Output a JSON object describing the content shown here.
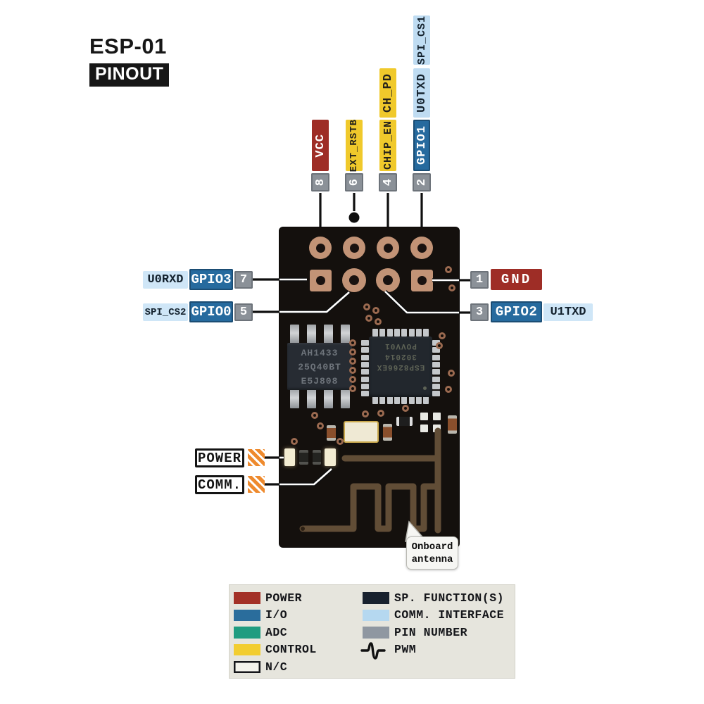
{
  "header": {
    "title": "ESP-01",
    "badge": "PINOUT"
  },
  "colors": {
    "board": "#14100d",
    "pad_copper": "#c29376",
    "antenna_trace": "#614d36",
    "indicator_orange": "#ee8a2e",
    "line_black": "#0f0f0f",
    "line_white": "#ffffff",
    "legend_bg": "#e6e5dd"
  },
  "type_styles": {
    "power": {
      "bg": "#9e2d26",
      "fg": "#ffffff"
    },
    "control": {
      "bg": "#f0c92b",
      "fg": "#23211b"
    },
    "io": {
      "bg": "#266a9e",
      "fg": "#ffffff",
      "border": "#1b4d74"
    },
    "comm": {
      "bg": "#bfdcf2",
      "fg": "#14222e"
    },
    "comm_side": {
      "bg": "#cfe6f7",
      "fg": "#14222e"
    },
    "num": {
      "bg": "#8b9198",
      "fg": "#ffffff",
      "border": "#6d737a"
    }
  },
  "top_pins": [
    {
      "number": "8",
      "labels": [
        {
          "text": "VCC",
          "type": "power"
        }
      ]
    },
    {
      "number": "6",
      "labels": [
        {
          "text": "EXT_RSTB",
          "type": "control"
        }
      ],
      "dot": true
    },
    {
      "number": "4",
      "labels": [
        {
          "text": "CH_PD",
          "type": "control"
        },
        {
          "text": "CHIP_EN",
          "type": "control"
        }
      ]
    },
    {
      "number": "2",
      "labels": [
        {
          "text": "SPI_CS1",
          "type": "comm"
        },
        {
          "text": "U0TXD",
          "type": "comm"
        },
        {
          "text": "GPIO1",
          "type": "io"
        }
      ]
    }
  ],
  "left_pins": [
    {
      "number": "7",
      "alt": "U0RXD",
      "gpio": "GPIO3",
      "gpio_type": "io"
    },
    {
      "number": "5",
      "alt": "SPI_CS2",
      "gpio": "GPIO0",
      "gpio_type": "io"
    }
  ],
  "right_pins": [
    {
      "number": "1",
      "gpio": "GND",
      "gpio_type": "power",
      "alt": ""
    },
    {
      "number": "3",
      "gpio": "GPIO2",
      "gpio_type": "io",
      "alt": "U1TXD"
    }
  ],
  "board": {
    "flash_chip_lines": [
      "AH1433",
      "25Q40BT",
      "E5J808"
    ],
    "esp_chip_lines": [
      "ESP8266EX",
      "302014",
      "POVV01"
    ],
    "indicators": [
      {
        "label": "POWER"
      },
      {
        "label": "COMM."
      }
    ],
    "antenna_callout": [
      "Onboard",
      "antenna"
    ]
  },
  "legend": {
    "left": [
      {
        "label": "POWER",
        "color": "#a33127"
      },
      {
        "label": "I/O",
        "color": "#2a6d9c"
      },
      {
        "label": "ADC",
        "color": "#1f9c80"
      },
      {
        "label": "CONTROL",
        "color": "#f2cd30"
      },
      {
        "label": "N/C",
        "color": "#f4f3ec",
        "outlined": true
      }
    ],
    "right": [
      {
        "label": "SP. FUNCTION(S)",
        "color": "#18212e"
      },
      {
        "label": "COMM. INTERFACE",
        "color": "#b5d8f0"
      },
      {
        "label": "PIN NUMBER",
        "color": "#8f97a1"
      },
      {
        "label": "PWM",
        "icon": "pwm-wave"
      }
    ]
  }
}
